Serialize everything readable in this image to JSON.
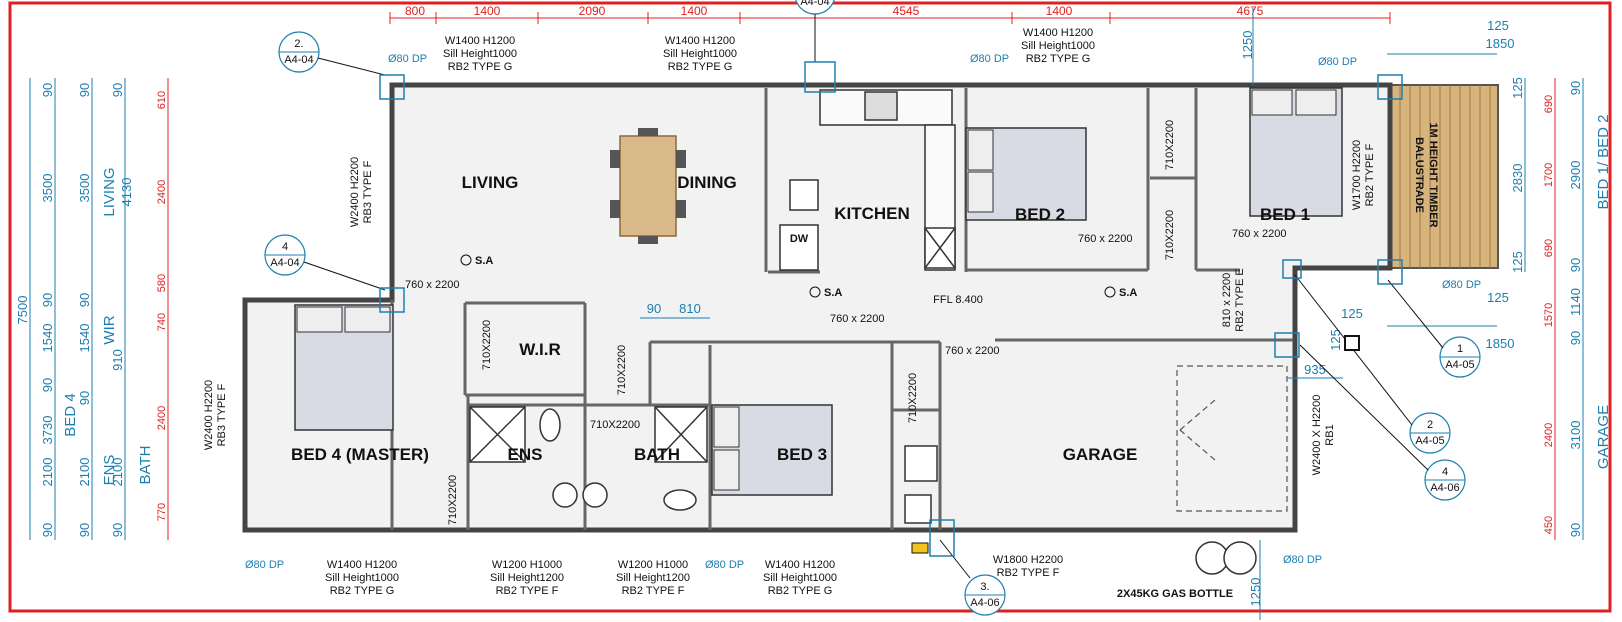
{
  "rooms": {
    "living": "LIVING",
    "dining": "DINING",
    "kitchen": "KITCHEN",
    "bed2": "BED 2",
    "bed1": "BED 1",
    "bed4": "BED 4 (MASTER)",
    "wir": "W.I.R",
    "ens": "ENS",
    "bath": "BATH",
    "bed3": "BED 3",
    "garage": "GARAGE"
  },
  "appliance": {
    "dw": "DW"
  },
  "ffl": "FFL 8.400",
  "balustrade": [
    "1M HEIGHT TIMBER",
    "BALUSTRADE"
  ],
  "gas": "2X45KG GAS BOTTLE",
  "smoke_alarm": "S.A",
  "downpipe": "Ø80 DP",
  "top_dims": [
    "800",
    "1400",
    "2090",
    "1400",
    "4545",
    "1400",
    "4675"
  ],
  "dims": {
    "d125": "125",
    "d1850": "1850",
    "d1250": "1250",
    "d935": "935",
    "d90": "90",
    "d810": "810"
  },
  "doors": {
    "d760": "760 x 2200",
    "d710": "710X2200",
    "d810": "810 x 2200",
    "rb2e": "RB2 TYPE E"
  },
  "windows": {
    "top1": [
      "W1400 H1200",
      "Sill Height1000",
      "RB2 TYPE G"
    ],
    "top2": [
      "W1400 H1200",
      "Sill Height1000",
      "RB2 TYPE G"
    ],
    "top3": [
      "W1400 H1200",
      "Sill Height1000",
      "RB2 TYPE G"
    ],
    "bot1": [
      "W1400 H1200",
      "Sill Height1000",
      "RB2 TYPE G"
    ],
    "bot2": [
      "W1200 H1000",
      "Sill Height1200",
      "RB2 TYPE F"
    ],
    "bot3": [
      "W1200 H1000",
      "Sill Height1200",
      "RB2 TYPE F"
    ],
    "bot4": [
      "W1400 H1200",
      "Sill Height1000",
      "RB2 TYPE G"
    ],
    "bot5": [
      "W1800 H2200",
      "RB2 TYPE F"
    ],
    "left1": [
      "W2400 H2200",
      "RB3 TYPE F"
    ],
    "left2": [
      "W2400 H2200",
      "RB3 TYPE F"
    ],
    "right1": [
      "W1700 H2200",
      "RB2 TYPE F"
    ],
    "right2": [
      "W2400 X H2200",
      "RB1"
    ]
  },
  "callouts": [
    {
      "num": "2.",
      "ref": "A4-04"
    },
    {
      "num": "4",
      "ref": "A4-04"
    },
    {
      "num": "1",
      "ref": "A4-05"
    },
    {
      "num": "2",
      "ref": "A4-05"
    },
    {
      "num": "4",
      "ref": "A4-06"
    },
    {
      "num": "3.",
      "ref": "A4-06"
    },
    {
      "num": "",
      "ref": "A4-04"
    }
  ],
  "left_blue": {
    "total": "7500",
    "col1": [
      "90",
      "3500",
      "90",
      "1540",
      "90",
      "3730",
      "2100",
      "90"
    ],
    "col2": [
      "90",
      "3500",
      "90",
      "1540",
      "90",
      "2100",
      "90"
    ],
    "col2_labels": [
      "LIVING",
      "4130",
      "WIR",
      "910",
      "BED 4",
      "ENS",
      "BATH"
    ],
    "col3": [
      "90",
      "2100",
      "90"
    ]
  },
  "left_red": [
    "610",
    "2400",
    "580",
    "740",
    "2400",
    "770"
  ],
  "right_red": [
    "690",
    "1700",
    "690",
    "1570",
    "2400",
    "450"
  ],
  "right_blue": {
    "col1": [
      "125",
      "2830",
      "125"
    ],
    "col2": [
      "90",
      "2900",
      "90",
      "1140",
      "90",
      "3100",
      "90"
    ],
    "labels": [
      "BED 1/ BED 2",
      "GARAGE"
    ]
  }
}
